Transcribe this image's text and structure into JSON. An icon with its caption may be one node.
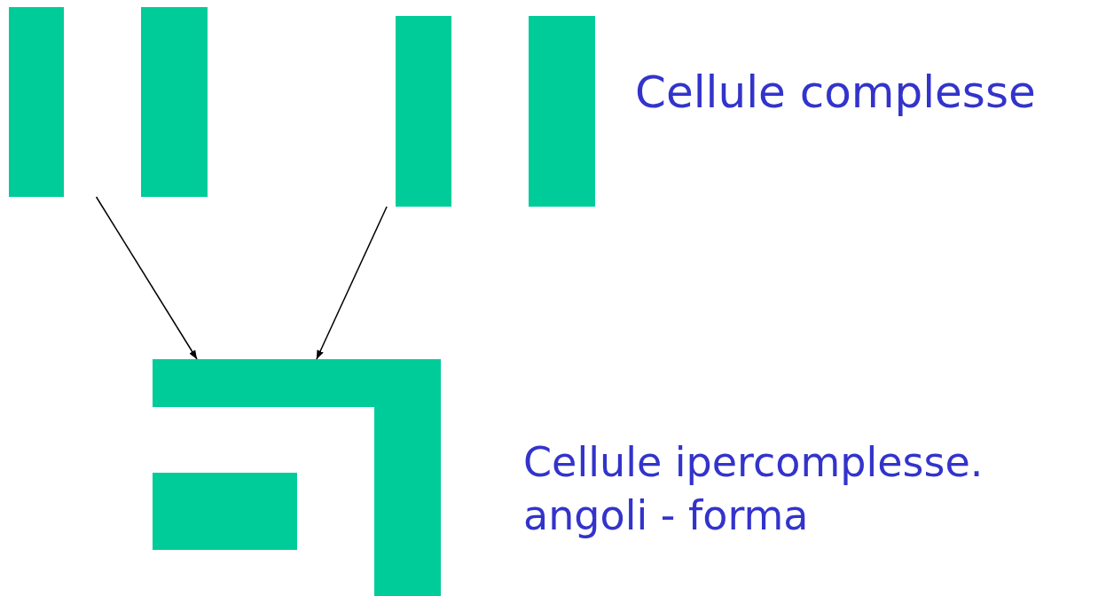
{
  "diagram": {
    "nodes": [
      {
        "text": [],
        "shape": "picture"
      },
      {
        "text": [],
        "shape": "picture"
      },
      {
        "text": [],
        "shape": "picture"
      }
    ],
    "edges": [
      {
        "from": 0,
        "to": 2,
        "arrow": "to"
      },
      {
        "from": 1,
        "to": 2,
        "arrow": "to"
      }
    ],
    "labels": [
      "Cellule complesse",
      "Cellule ipercomplesse. angoli - forma"
    ]
  }
}
